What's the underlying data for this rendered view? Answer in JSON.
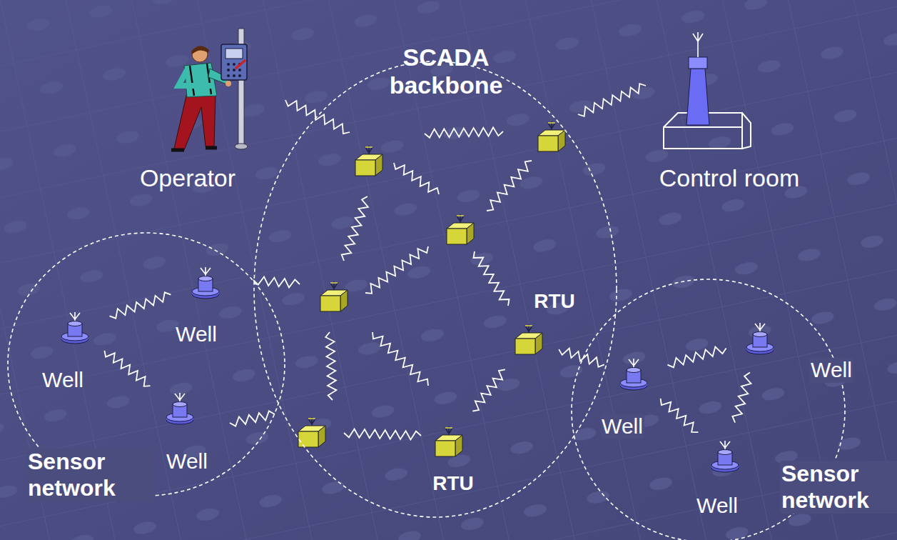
{
  "diagram": {
    "nodes": [
      {
        "text": [
          "Operator"
        ]
      },
      {
        "text": [
          "SCADA backbone"
        ]
      },
      {
        "text": [
          "Control room"
        ]
      },
      {
        "text": [
          "RTU"
        ],
        "in": 1
      },
      {
        "text": [
          "Sensor network"
        ]
      },
      {
        "text": [
          "Well"
        ],
        "in": 4
      },
      {
        "text": [
          "Well"
        ],
        "in": 4
      },
      {
        "text": [
          "Well"
        ],
        "in": 4
      },
      {
        "text": [
          "RTU"
        ],
        "in": 1
      },
      {
        "text": [
          "Sensor network"
        ]
      },
      {
        "text": [
          "Well"
        ],
        "in": 9
      },
      {
        "text": [
          "Well"
        ],
        "in": 9
      },
      {
        "text": [
          "Well"
        ],
        "in": 9
      }
    ],
    "edges": [
      {
        "from": 6,
        "to": 5,
        "arrow": "none"
      },
      {
        "from": 6,
        "to": 7,
        "arrow": "none"
      },
      {
        "from": 11,
        "to": 10,
        "arrow": "none"
      },
      {
        "from": 10,
        "to": 12,
        "arrow": "none"
      },
      {
        "from": 11,
        "to": 12,
        "arrow": "none"
      },
      {
        "from": 3,
        "to": 8,
        "arrow": "none"
      },
      {
        "from": 3,
        "to": 11,
        "arrow": "none"
      }
    ]
  }
}
